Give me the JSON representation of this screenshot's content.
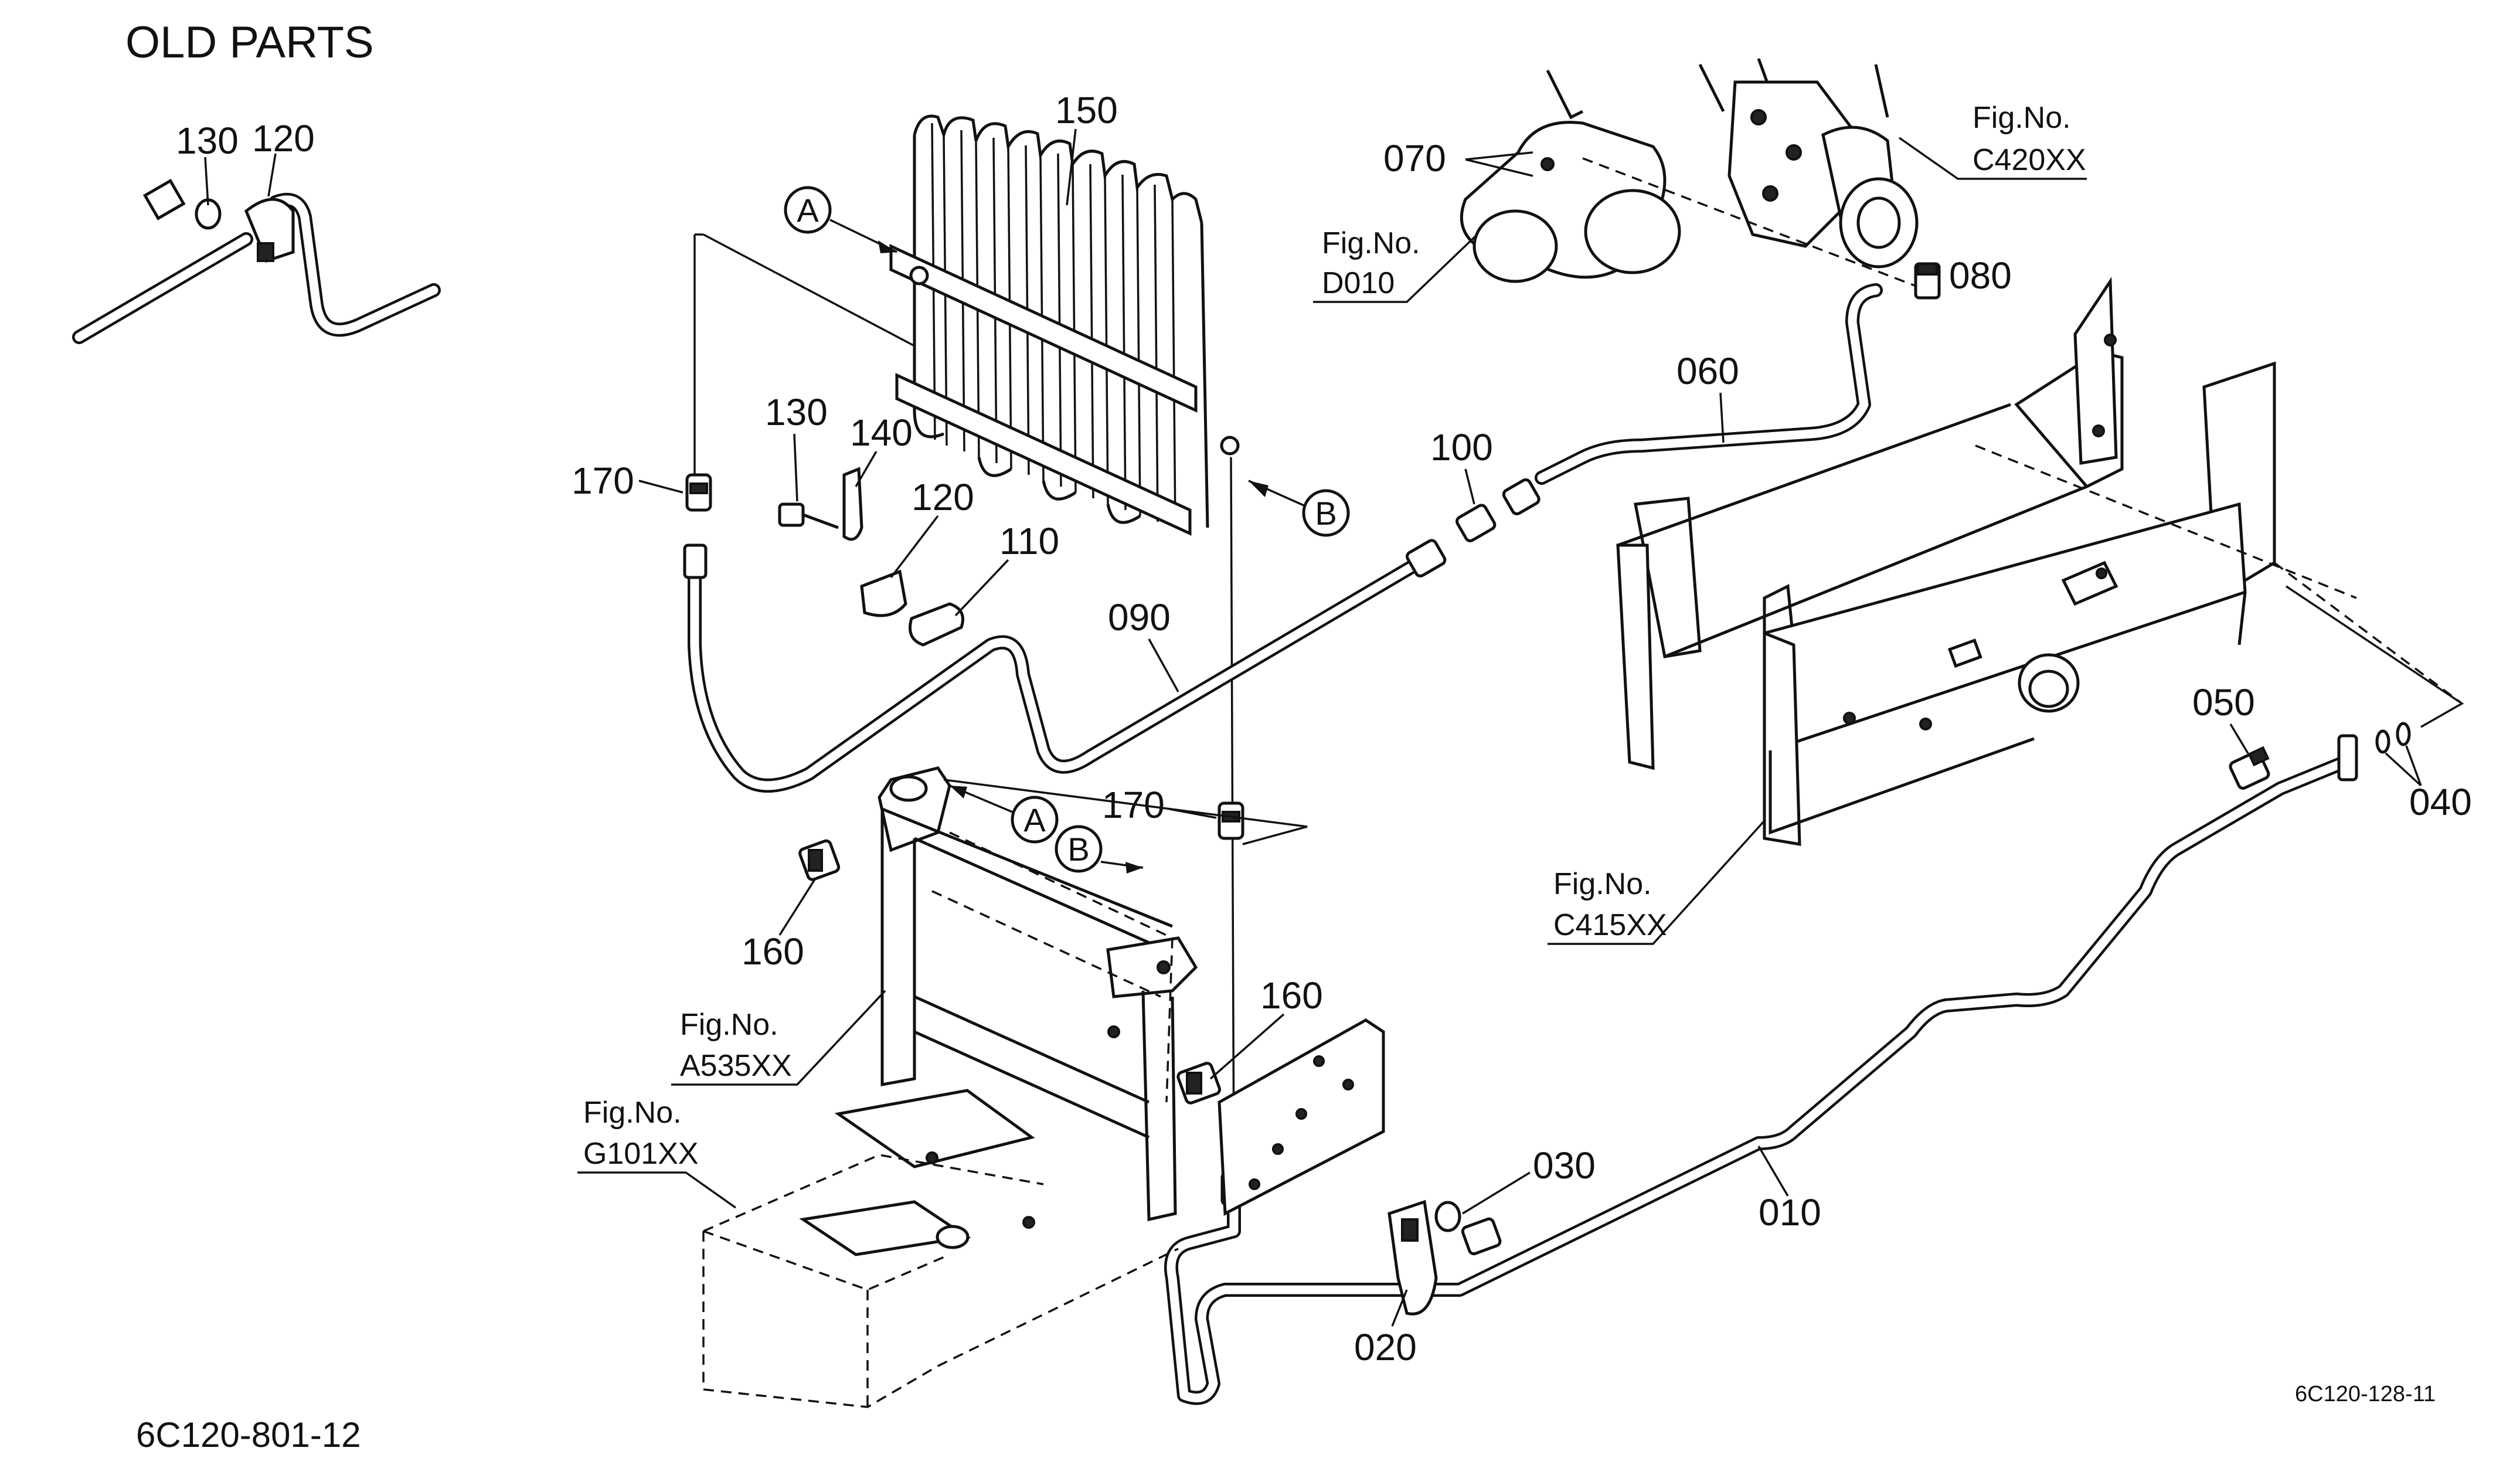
{
  "header": {
    "title": "OLD PARTS"
  },
  "inset_labels": [
    "130",
    "120"
  ],
  "part_labels": {
    "p150": "150",
    "p070": "070",
    "p080": "080",
    "p060": "060",
    "p100": "100",
    "p170a": "170",
    "p130": "130",
    "p140": "140",
    "p120": "120",
    "p110": "110",
    "p090": "090",
    "p170b": "170",
    "p160a": "160",
    "p160b": "160",
    "p050": "050",
    "p040": "040",
    "p030": "030",
    "p010": "010",
    "p020": "020"
  },
  "callouts": {
    "a": "A",
    "b": "B"
  },
  "fig_refs": [
    {
      "label": "Fig.No.",
      "code": "C420XX"
    },
    {
      "label": "Fig.No.",
      "code": "D010"
    },
    {
      "label": "Fig.No.",
      "code": "C415XX"
    },
    {
      "label": "Fig.No.",
      "code": "A535XX"
    },
    {
      "label": "Fig.No.",
      "code": "G101XX"
    }
  ],
  "footer": {
    "drawing_code": "6C120-801-12",
    "reference": "6C120-128-11"
  }
}
